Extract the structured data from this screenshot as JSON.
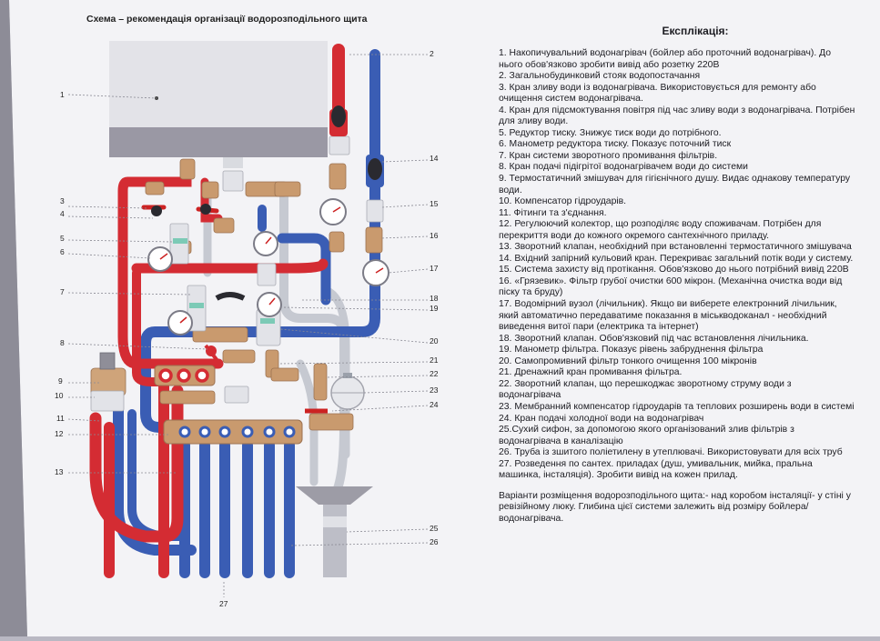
{
  "scheme_title": "Схема – рекомендація організації водорозподільного щита",
  "callout_numbers": [
    "1",
    "2",
    "3",
    "4",
    "5",
    "6",
    "7",
    "8",
    "9",
    "10",
    "11",
    "12",
    "13",
    "14",
    "15",
    "16",
    "17",
    "18",
    "19",
    "20",
    "21",
    "22",
    "23",
    "24",
    "25",
    "26",
    "27"
  ],
  "legend": {
    "title": "Експлікація:",
    "items": [
      "1. Накопичувальний водонагрівач (бойлер або проточний водонагрівач). До нього обов'язково зробити вивід або розетку 220В",
      "2. Загальнобудинковий стояк водопостачання",
      "3. Кран зливу води із водонагрівача. Використовується для ремонту або очищення систем водонагрівача.",
      "4. Кран для підсмоктування повітря під час зливу води з водонагрівача. Потрібен для зливу води.",
      "5. Редуктор тиску. Знижує тиск води до потрібного.",
      "6. Манометр редуктора тиску. Показує поточний тиск",
      "7. Кран системи зворотного промивання фільтрів.",
      "8. Кран подачі підігрітої водонагрівачем води до системи",
      "9. Термостатичний змішувач для гігієнічного душу. Видає однакову температуру води.",
      "10. Компенсатор гідроударів.",
      "11. Фітинги та з'єднання.",
      "12. Регулюючий колектор, що розподіляє воду споживачам. Потрібен для перекриття води до кожного окремого сантехнічного приладу.",
      "13. Зворотний клапан, необхідний при встановленні термостатичного змішувача",
      "14. Вхідний запірний кульовий кран. Перекриває загальний потік води у систему.",
      "15. Система захисту від протікання. Обов'язково до нього потрібний вивід 220В",
      "16. «Грязевик». Фільтр грубої очистки 600 мікрон. (Механічна очистка води від піску та бруду)",
      "17. Водомірний вузол (лічильник). Якщо ви виберете електронний лічильник, який автоматично передаватиме показання в міськводоканал - необхідний виведення витої пари (електрика та інтернет)",
      "18. Зворотний клапан. Обов'язковий під час встановлення лічильника.",
      "19. Манометр фільтра. Показує рівень забруднення фільтра",
      "20. Самопромивний фільтр тонкого очищення 100 мікронів",
      "21. Дренажний кран промивання фільтра.",
      "22. Зворотний клапан, що перешкоджає зворотному струму води з водонагрівача",
      "23. Мембранний компенсатор гідроударів та теплових розширень води в системі",
      "24. Кран подачі холодної води на водонагрівач",
      "25.Сухий сифон, за допомогою якого організований злив фільтрів з водонагрівача в каналізацію",
      "26. Труба із зшитого поліетилену в утеплювачі. Використовувати для всіх труб",
      "27. Розведення по сантех. приладах (душ, умивальник, мийка, пральна машинка, інсталяція). Зробити вивід на кожен прилад."
    ],
    "variants": "Варіанти розміщення водорозподільного щита:- над коробом інсталяції- у стіні у ревізійному люку. Глибина цієї системи залежить від розміру бойлера/водонагрівача."
  },
  "colors": {
    "hot_pipe": "#d42c33",
    "cold_pipe": "#3a5db4",
    "brass": "#c99a6e",
    "pex_gray": "#c4c7cf",
    "paper": "#f3f3f6"
  }
}
